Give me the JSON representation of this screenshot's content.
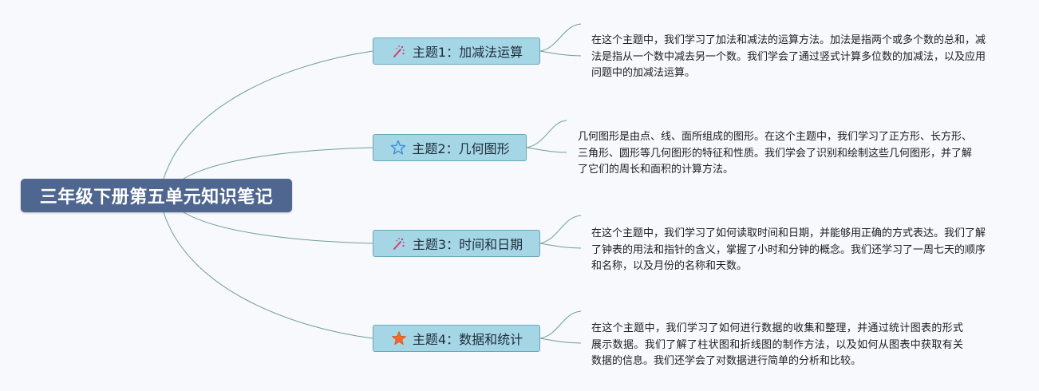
{
  "root": {
    "title": "三年级下册第五单元知识笔记"
  },
  "topics": [
    {
      "label": "主题1：加减法运算",
      "icon": "magic-wand-icon",
      "description": "在这个主题中，我们学习了加法和减法的运算方法。加法是指两个或多个数的总和，减法是指从一个数中减去另一个数。我们学会了通过竖式计算多位数的加减法，以及应用问题中的加减法运算。"
    },
    {
      "label": "主题2：几何图形",
      "icon": "star-outline-icon",
      "description": "几何图形是由点、线、面所组成的图形。在这个主题中，我们学习了正方形、长方形、三角形、圆形等几何图形的特征和性质。我们学会了识别和绘制这些几何图形，并了解了它们的周长和面积的计算方法。"
    },
    {
      "label": "主题3：时间和日期",
      "icon": "magic-wand-icon",
      "description": "在这个主题中，我们学习了如何读取时间和日期，并能够用正确的方式表达。我们了解了钟表的用法和指针的含义，掌握了小时和分钟的概念。我们还学习了一周七天的顺序和名称，以及月份的名称和天数。"
    },
    {
      "label": "主题4：数据和统计",
      "icon": "star-filled-icon",
      "description": "在这个主题中，我们学习了如何进行数据的收集和整理，并通过统计图表的形式展示数据。我们了解了柱状图和折线图的制作方法，以及如何从图表中获取有关数据的信息。我们还学会了对数据进行简单的分析和比较。"
    }
  ],
  "colors": {
    "root_fill": "#4f6690",
    "topic_fill": "#a4d6e6",
    "topic_border": "#6aa7b8",
    "connector": "#6f9e97",
    "wand_pink": "#d43c6c",
    "star_blue": "#3a8fd4",
    "star_orange": "#ef6a2c"
  }
}
